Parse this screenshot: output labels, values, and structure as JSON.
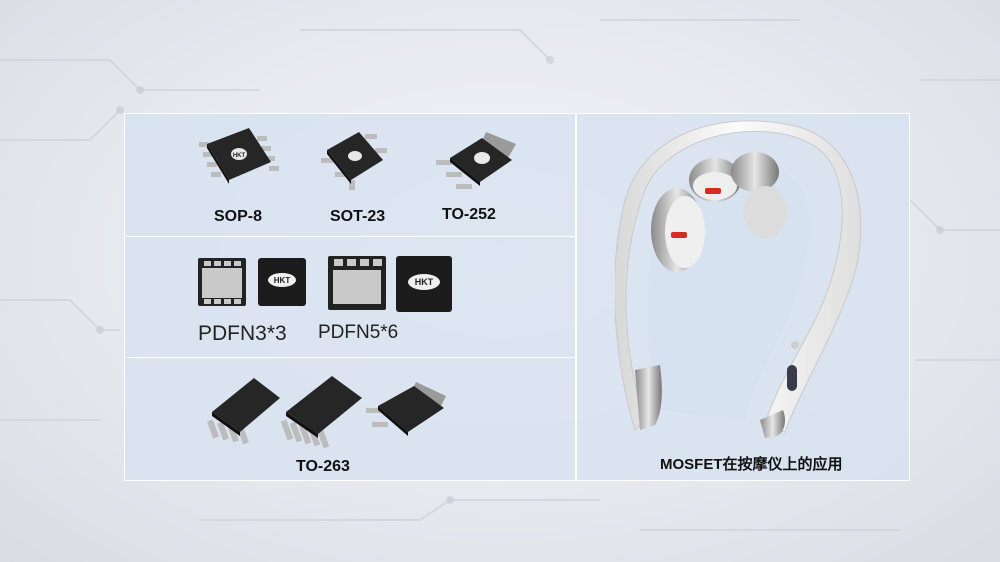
{
  "packages_row1": [
    "SOP-8",
    "SOT-23",
    "TO-252"
  ],
  "packages_row2": [
    "PDFN3*3",
    "PDFN5*6"
  ],
  "packages_row3": [
    "TO-263"
  ],
  "chip_marking": "HKT",
  "application_caption": "MOSFET在按摩仪上的应用",
  "colors": {
    "panel": "#d6e2f0",
    "chip_body": "#222222",
    "pin_silver": "#c8c8c8",
    "device_white": "#f4f4f4",
    "indicator_red": "#d62b1f"
  }
}
